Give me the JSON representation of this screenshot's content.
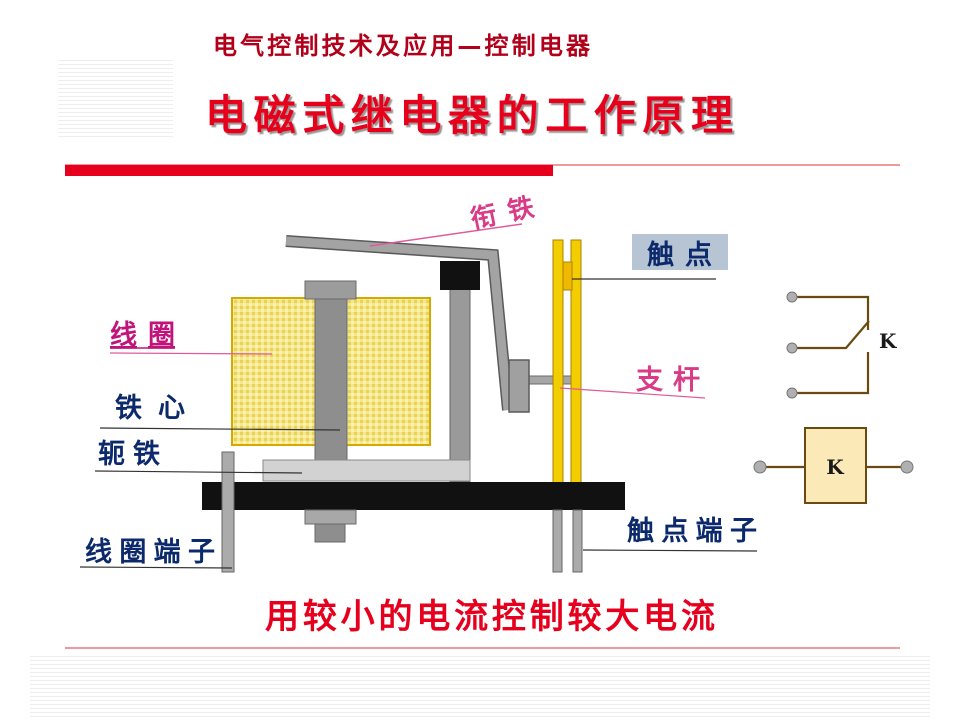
{
  "slide": {
    "header": "电气控制技术及应用—控制电器",
    "title": "电磁式继电器的工作原理",
    "caption": "用较小的电流控制较大电流"
  },
  "labels": {
    "armature": "衔铁",
    "coil": "线圈",
    "core": "铁心",
    "yoke": "轭铁",
    "coil_terminal": "线圈端子",
    "contact": "触点",
    "push_rod": "支杆",
    "contact_terminal": "触点端子"
  },
  "symbols": {
    "contact_label": "K",
    "coil_label": "K"
  },
  "colors": {
    "header": "#b0001a",
    "title": "#e6001e",
    "caption": "#e6001e",
    "label_navy": "#0c2a6b",
    "label_pink": "#d93b86",
    "label_magenta": "#c2137a",
    "coil_yellow": "#f4e27a",
    "contact_yellow": "#f3cd00",
    "symbol_brown": "#6b4a12",
    "accent_red": "#e6001e"
  }
}
